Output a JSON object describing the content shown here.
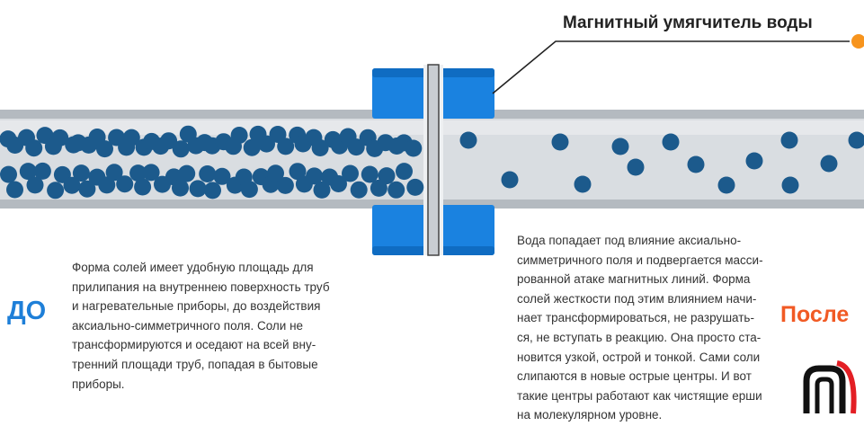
{
  "title": "Магнитный умягчитель воды",
  "before": {
    "label": "ДО",
    "text": "Форма солей имеет удобную площадь для\nприлипания на внутреннею поверхность труб\nи нагревательные приборы, до воздействия\nаксиально-симметричного поля. Соли не\nтрансформируются и оседают на всей вну-\nтренний площади труб, попадая в бытовые\nприборы."
  },
  "after": {
    "label": "После",
    "text": "Вода попадает под влияние аксиально-\nсимметричного поля и подвергается масси-\nрованной атаке магнитных линий. Форма\nсолей жесткости под этим влиянием начи-\nнает трансформироваться, не разрушать-\nся, не вступать в реакцию. Она просто ста-\nновится узкой, острой и тонкой. Сами соли\nслипаются в новые острые центры. И вот\nтакие центры работают как чистящие ерши\nна молекулярном уровне."
  },
  "colors": {
    "pipe": "#d9dde1",
    "pipe_edge": "#b4bac0",
    "magnet": "#1a82e0",
    "particle": "#1c5a8c",
    "accent_blue": "#1e7fd8",
    "accent_orange": "#f15a24",
    "pointer_dot": "#f7941d"
  },
  "logo": {
    "icon": "company-logo-icon"
  }
}
